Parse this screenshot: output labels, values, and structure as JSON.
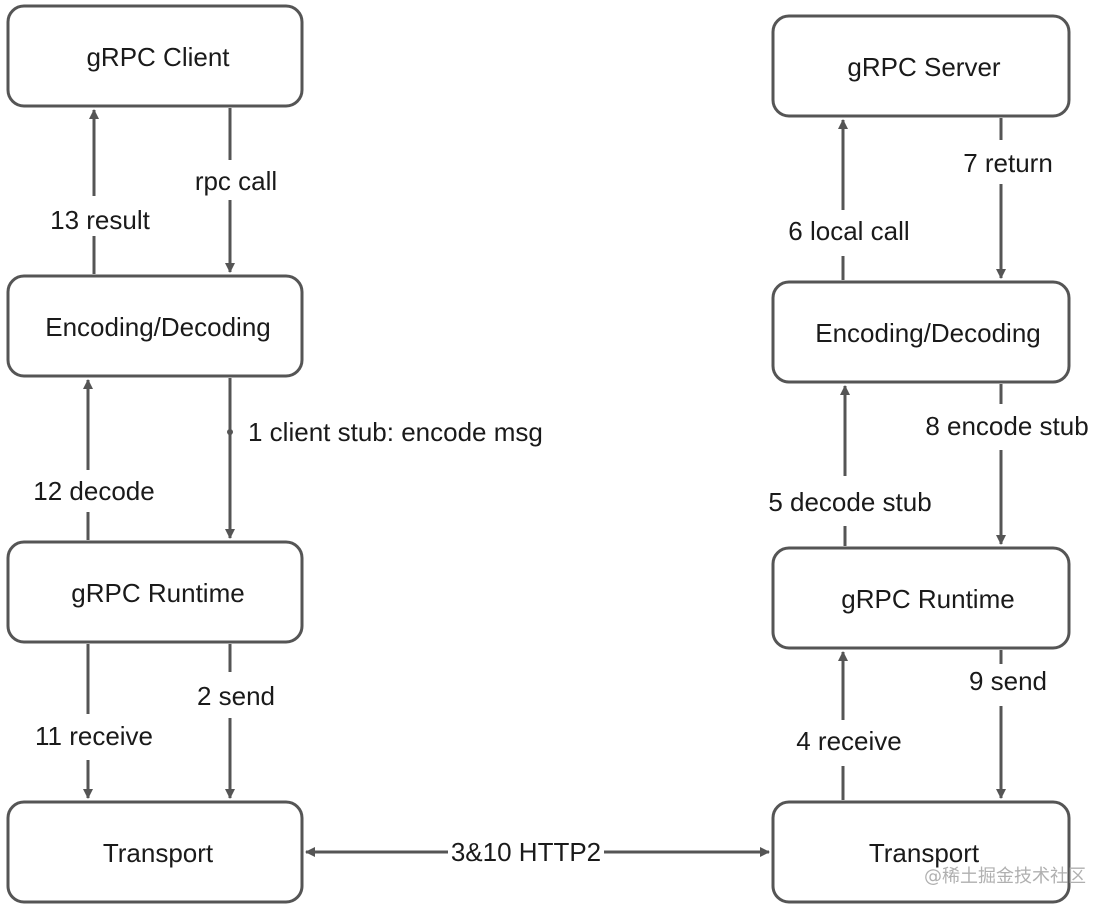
{
  "nodes": {
    "client": "gRPC Client",
    "client_codec": "Encoding/Decoding",
    "client_runtime": "gRPC Runtime",
    "client_transport": "Transport",
    "server": "gRPC Server",
    "server_codec": "Encoding/Decoding",
    "server_runtime": "gRPC Runtime",
    "server_transport": "Transport"
  },
  "edges": {
    "rpc_call": "rpc call",
    "result": "13 result",
    "encode_msg": "1 client stub: encode msg",
    "decode": "12 decode",
    "send_client": "2 send",
    "receive_client": "11 receive",
    "http2": "3&10 HTTP2",
    "local_call": "6 local call",
    "return": "7 return",
    "decode_stub": "5 decode stub",
    "encode_stub": "8 encode stub",
    "receive_server": "4 receive",
    "send_server": "9 send"
  },
  "watermark": "@稀土掘金技术社区"
}
